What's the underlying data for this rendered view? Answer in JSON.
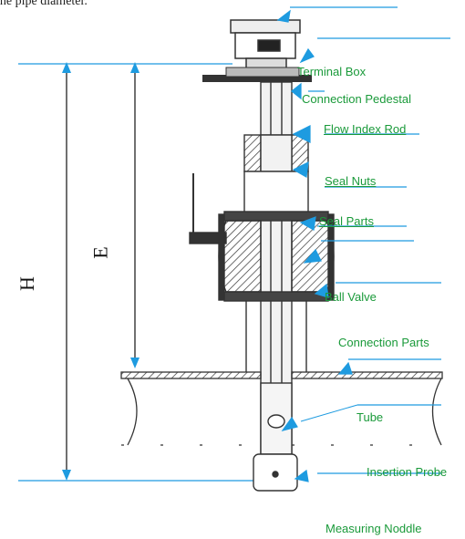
{
  "caption": "the pipe diameter.",
  "labels": {
    "terminal_box": "Terminal Box",
    "connection_pedestal": "Connection Pedestal",
    "flow_index_rod": "Flow Index Rod",
    "seal_nuts": "Seal Nuts",
    "seal_parts": "Seal Parts",
    "ball_valve": "Ball Valve",
    "connection_parts": "Connection Parts",
    "tube": "Tube",
    "insertion_probe": "Insertion Probe",
    "measuring_noddle": "Measuring Noddle"
  },
  "dimensions": {
    "h": "H",
    "e": "E"
  },
  "colors": {
    "label": "#1a9a3a",
    "arrow": "#1e9be0",
    "line": "#111111",
    "hatch": "#333333"
  }
}
